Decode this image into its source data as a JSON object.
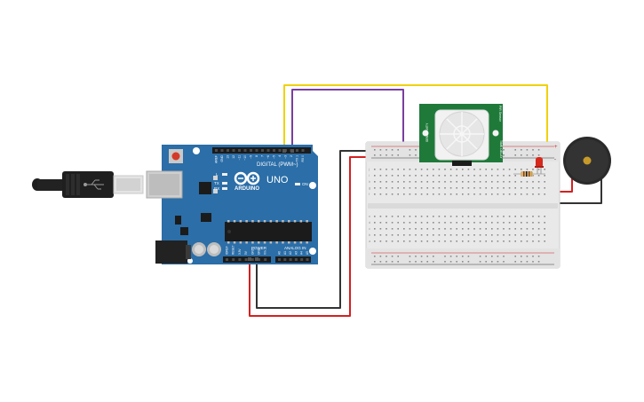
{
  "circuit": {
    "arduino": {
      "brand": "ARDUINO",
      "model": "UNO",
      "digital_label": "DIGITAL (PWM~)",
      "power_label": "POWER",
      "analog_label": "ANALOG IN",
      "led_labels": {
        "l": "L",
        "tx": "TX",
        "rx": "RX",
        "on": "ON"
      },
      "header_pins": [
        "AREF",
        "GND",
        "13",
        "12",
        "~11",
        "~10",
        "~9",
        "8",
        "7",
        "~6",
        "~5",
        "4",
        "~3",
        "2",
        "TX 1",
        "RX 0"
      ],
      "power_pins": [
        "IOREF",
        "RESET",
        "3.3V",
        "5V",
        "GND",
        "GND",
        "Vin"
      ],
      "analog_pins": [
        "A0",
        "A1",
        "A2",
        "A3",
        "A4",
        "A5"
      ]
    },
    "pir_sensor": {
      "left_text": "SENSITIVITY",
      "right_text": "TIME DELAY",
      "top_right_text": "PIR Sensor"
    },
    "breadboard": {
      "row_letters_top": [
        "j",
        "i",
        "h",
        "g",
        "f"
      ],
      "row_letters_bottom": [
        "e",
        "d",
        "c",
        "b",
        "a"
      ],
      "rail_plus": "+",
      "rail_minus": "-"
    },
    "colors": {
      "arduino_board": "#2b6ea8",
      "pir_board": "#1f7a3a",
      "wire_yellow": "#f1d10d",
      "wire_purple": "#7a3fa0",
      "wire_red": "#d42020",
      "wire_black": "#333333",
      "buzzer": "#2a2a2a",
      "led": "#d6281c"
    }
  }
}
